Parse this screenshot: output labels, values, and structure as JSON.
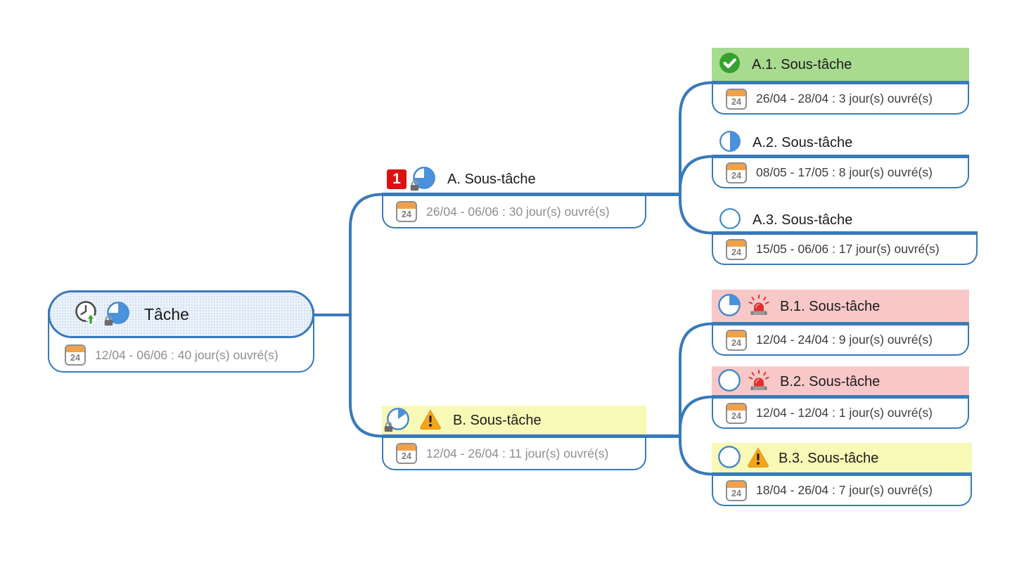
{
  "calendar_label": "24",
  "priority_label": "1",
  "root": {
    "title": "Tâche",
    "date": "12/04 - 06/06 : 40 jour(s) ouvré(s)",
    "icons": [
      "clock-postpone",
      "progress-75",
      "lock"
    ]
  },
  "tasks": {
    "a": {
      "title": "A. Sous-tâche",
      "date": "26/04 - 06/06 : 30 jour(s) ouvré(s)",
      "icons": [
        "priority-1",
        "progress-75",
        "lock"
      ],
      "highlight": null
    },
    "b": {
      "title": "B. Sous-tâche",
      "date": "12/04 - 26/04 : 11 jour(s) ouvré(s)",
      "icons": [
        "progress-15",
        "lock",
        "warning"
      ],
      "highlight": "yellow"
    },
    "a1": {
      "title": "A.1. Sous-tâche",
      "date": "26/04 - 28/04 : 3 jour(s) ouvré(s)",
      "icons": [
        "done-check"
      ],
      "highlight": "green"
    },
    "a2": {
      "title": "A.2. Sous-tâche",
      "date": "08/05 - 17/05 : 8 jour(s) ouvré(s)",
      "icons": [
        "progress-50"
      ],
      "highlight": null
    },
    "a3": {
      "title": "A.3. Sous-tâche",
      "date": "15/05 - 06/06 : 17 jour(s) ouvré(s)",
      "icons": [
        "progress-0"
      ],
      "highlight": null
    },
    "b1": {
      "title": "B.1. Sous-tâche",
      "date": "12/04 - 24/04 : 9 jour(s) ouvré(s)",
      "icons": [
        "progress-25",
        "alarm"
      ],
      "highlight": "pink"
    },
    "b2": {
      "title": "B.2. Sous-tâche",
      "date": "12/04 - 12/04 : 1 jour(s) ouvré(s)",
      "icons": [
        "progress-0",
        "alarm"
      ],
      "highlight": "pink"
    },
    "b3": {
      "title": "B.3. Sous-tâche",
      "date": "18/04 - 26/04 : 7 jour(s) ouvré(s)",
      "icons": [
        "progress-0",
        "warning"
      ],
      "highlight": "yellow"
    }
  },
  "colors": {
    "branch_blue": "#3879bb",
    "progress_blue": "#4b92dc",
    "highlight_yellow": "#f8f9b6",
    "highlight_pink": "#f8c8c8",
    "highlight_green": "#a8da90",
    "priority_red": "#dd1111",
    "alarm_red": "#e62e2e",
    "warning_orange": "#f3a41a",
    "done_green": "#36a22d",
    "calendar_orange": "#f0a149",
    "root_fill": "#ebf2fb"
  }
}
